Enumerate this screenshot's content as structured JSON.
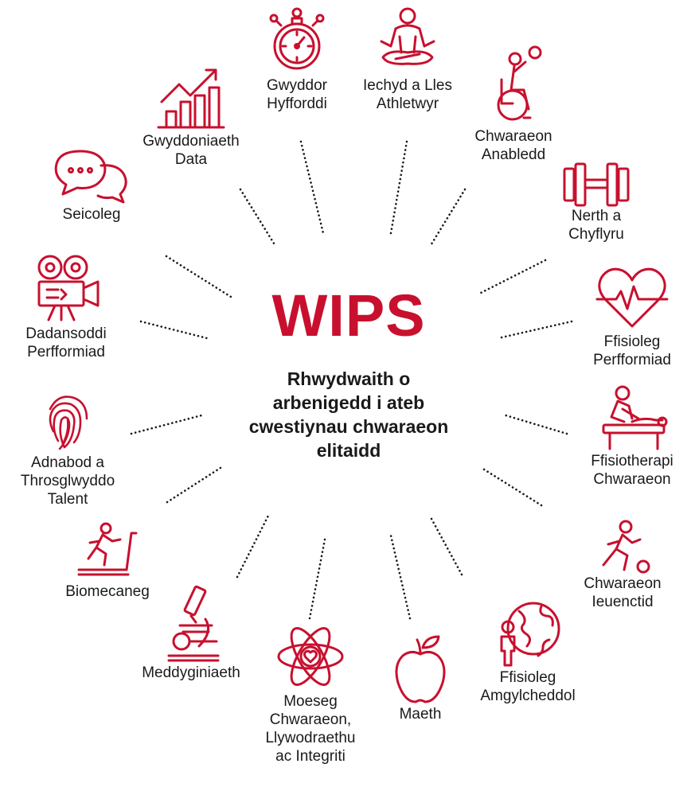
{
  "title": "WIPS",
  "subtitle_lines": [
    "Rhwydwaith o",
    "arbenigedd i ateb",
    "cwestiynau chwaraeon",
    "elitaidd"
  ],
  "colors": {
    "accent": "#c8102e",
    "text": "#1a1a1a",
    "rays": "#1a1a1a"
  },
  "topics": [
    {
      "id": "gwyddor",
      "icon": "stopwatch-icon",
      "lines": [
        "Gwyddor",
        "Hyfforddi"
      ]
    },
    {
      "id": "iechyd",
      "icon": "meditation-icon",
      "lines": [
        "Iechyd a Lles",
        "Athletwyr"
      ]
    },
    {
      "id": "anabledd",
      "icon": "wheelchair-athlete-icon",
      "lines": [
        "Chwaraeon",
        "Anabledd"
      ]
    },
    {
      "id": "nerth",
      "icon": "dumbbell-icon",
      "lines": [
        "Nerth a",
        "Chyflyru"
      ]
    },
    {
      "id": "ffisioleg-perff",
      "icon": "heartbeat-icon",
      "lines": [
        "Ffisioleg",
        "Perfformiad"
      ]
    },
    {
      "id": "ffisiotherapi",
      "icon": "physiotherapy-icon",
      "lines": [
        "Ffisiotherapi",
        "Chwaraeon"
      ]
    },
    {
      "id": "ieuenctid",
      "icon": "youth-football-icon",
      "lines": [
        "Chwaraeon",
        "Ieuenctid"
      ]
    },
    {
      "id": "amgylcheddol",
      "icon": "person-globe-icon",
      "lines": [
        "Ffisioleg",
        "Amgylcheddol"
      ]
    },
    {
      "id": "maeth",
      "icon": "apple-icon",
      "lines": [
        "Maeth"
      ]
    },
    {
      "id": "moeseg",
      "icon": "atom-heart-icon",
      "lines": [
        "Moeseg",
        "Chwaraeon,",
        "Llywodraethu",
        "ac Integriti"
      ]
    },
    {
      "id": "meddyginiaeth",
      "icon": "microscope-icon",
      "lines": [
        "Meddyginiaeth"
      ]
    },
    {
      "id": "biomecaneg",
      "icon": "treadmill-runner-icon",
      "lines": [
        "Biomecaneg"
      ]
    },
    {
      "id": "talent",
      "icon": "fingerprint-icon",
      "lines": [
        "Adnabod a",
        "Throsglwyddo",
        "Talent"
      ]
    },
    {
      "id": "dadansoddi",
      "icon": "video-camera-icon",
      "lines": [
        "Dadansoddi",
        "Perfformiad"
      ]
    },
    {
      "id": "seicoleg",
      "icon": "speech-bubbles-icon",
      "lines": [
        "Seicoleg"
      ]
    },
    {
      "id": "data",
      "icon": "growth-chart-icon",
      "lines": [
        "Gwyddoniaeth",
        "Data"
      ]
    }
  ]
}
